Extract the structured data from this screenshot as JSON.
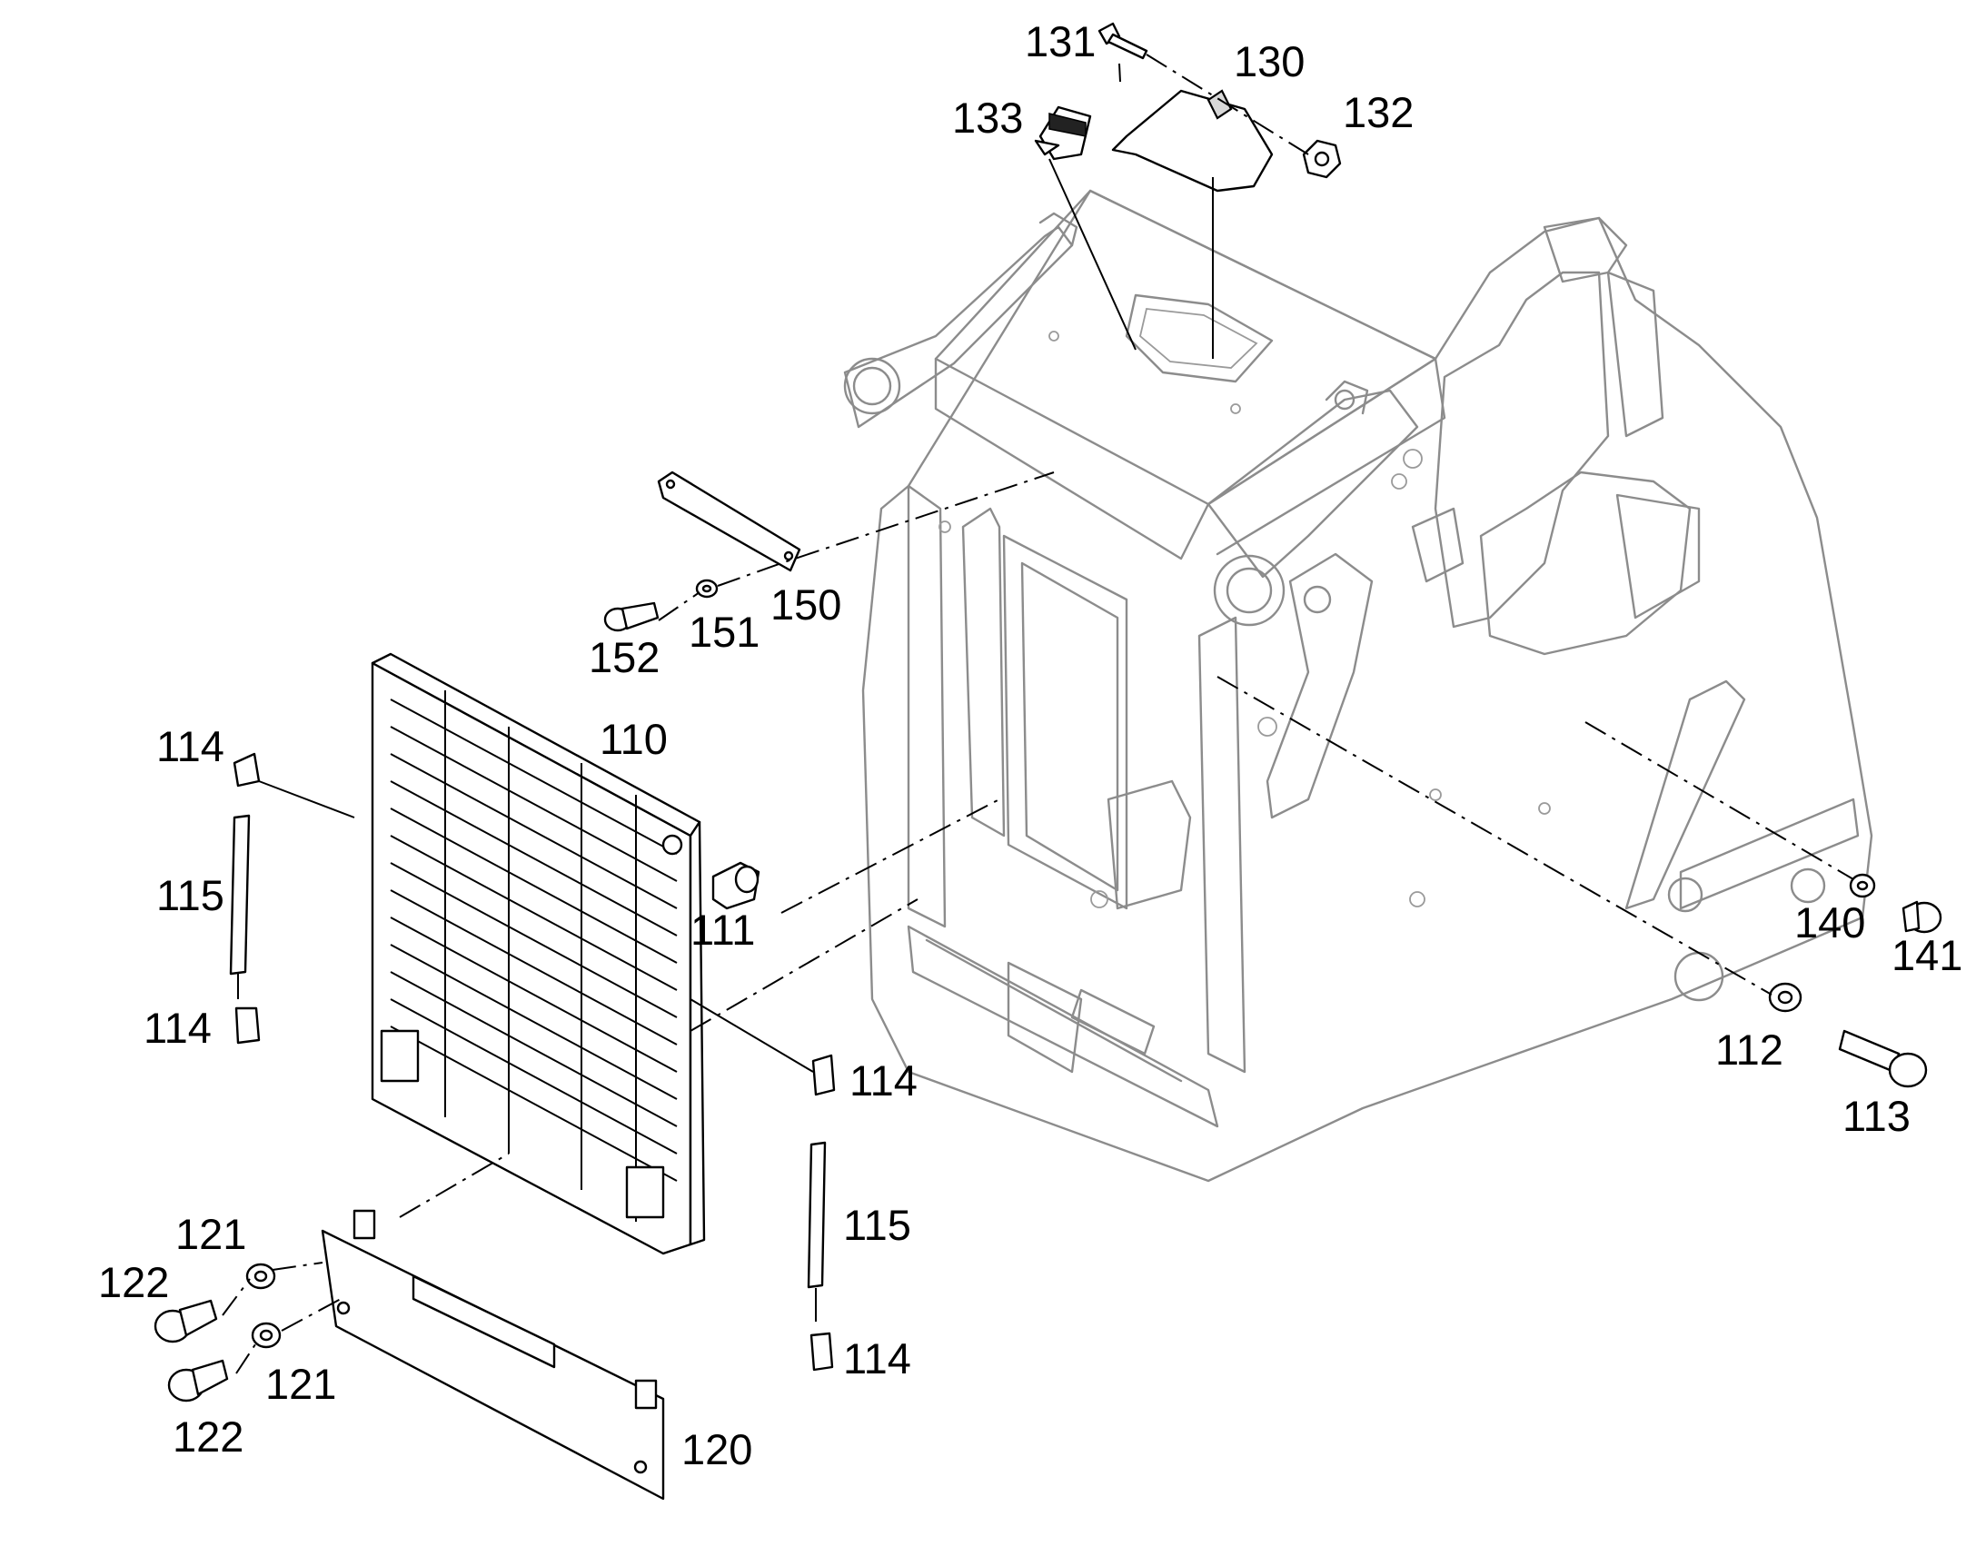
{
  "labels": {
    "l110": "110",
    "l111": "111",
    "l112": "112",
    "l113": "113",
    "l114a": "114",
    "l114b": "114",
    "l114c": "114",
    "l114d": "114",
    "l115a": "115",
    "l115b": "115",
    "l120": "120",
    "l121a": "121",
    "l121b": "121",
    "l122a": "122",
    "l122b": "122",
    "l130": "130",
    "l131": "131",
    "l132": "132",
    "l133": "133",
    "l140": "140",
    "l141": "141",
    "l150": "150",
    "l151": "151",
    "l152": "152"
  },
  "colors": {
    "frame_line": "#8c8c8c",
    "part_line": "#000000",
    "background": "#ffffff"
  }
}
